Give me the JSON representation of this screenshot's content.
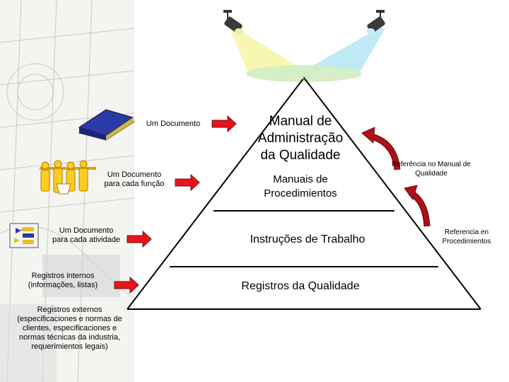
{
  "title": "Política da Qualidade",
  "pyramid": {
    "tiers": [
      "Manual de Administração da Qualidade",
      "Manuais de Procedimientos",
      "Instruções de Trabalho",
      "Registros da Qualidade"
    ]
  },
  "left_labels": [
    "Um Documento",
    "Um Documento para cada função",
    "Um Documento para cada atividade",
    "Registros internos (informações, listas)",
    "Registros externos (especificaciones e normas de clientes, especificaciones e normas técnicas da industria, requerimientos legais)"
  ],
  "right_labels": [
    "Referência no Manual de Qualidade",
    "Referencia en Procedimientos"
  ],
  "colors": {
    "arrow": "#e8141c",
    "curved_arrow": "#b0101a",
    "spot_light": "#f6f6a8",
    "spot_light_right": "#b9e8f4",
    "book": "#2c3aa8"
  },
  "icons": [
    "spotlight-left-icon",
    "spotlight-right-icon",
    "book-icon",
    "people-icon",
    "flowchart-icon"
  ]
}
